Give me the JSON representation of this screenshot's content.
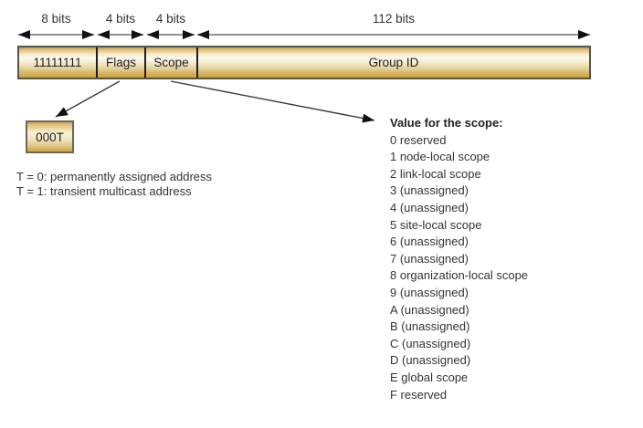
{
  "diagram": {
    "bit_widths": [
      "8 bits",
      "4 bits",
      "4 bits",
      "112 bits"
    ],
    "address_bar": {
      "segments": [
        "11111111",
        "Flags",
        "Scope",
        "Group ID"
      ]
    },
    "flags_detail": {
      "box_label": "000T",
      "notes": [
        "T = 0: permanently assigned address",
        "T = 1: transient multicast address"
      ]
    },
    "scope_detail": {
      "heading": "Value for the scope:",
      "items": [
        "0 reserved",
        "1 node-local scope",
        "2 link-local scope",
        "3 (unassigned)",
        "4 (unassigned)",
        "5 site-local scope",
        "6 (unassigned)",
        "7 (unassigned)",
        "8 organization-local scope",
        "9 (unassigned)",
        "A (unassigned)",
        "B (unassigned)",
        "C (unassigned)",
        "D (unassigned)",
        "E global scope",
        "F reserved"
      ]
    },
    "colors": {
      "bar_gold_dark": "#cba03f",
      "bar_gold_light": "#fdf9ed",
      "bar_border": "#57544a",
      "arrow_black": "#111111",
      "text": "#333333"
    }
  }
}
